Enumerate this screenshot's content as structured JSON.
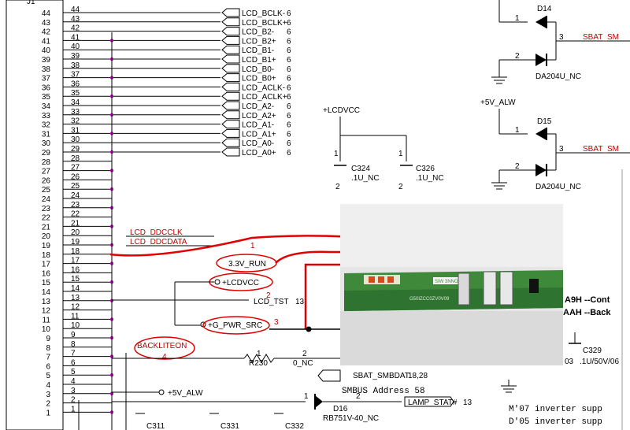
{
  "connector": {
    "label": "J1",
    "left_pins": [
      "44",
      "43",
      "42",
      "41",
      "40",
      "39",
      "38",
      "37",
      "36",
      "35",
      "34",
      "33",
      "32",
      "31",
      "30",
      "29",
      "28",
      "27",
      "26",
      "25",
      "24",
      "23",
      "22",
      "21",
      "20",
      "19",
      "18",
      "17",
      "16",
      "15",
      "14",
      "13",
      "12",
      "11",
      "10",
      "9",
      "8",
      "7",
      "6",
      "5",
      "4",
      "3",
      "2",
      "1"
    ],
    "right_pins": [
      "44",
      "43",
      "42",
      "41",
      "40",
      "39",
      "38",
      "37",
      "36",
      "35",
      "34",
      "33",
      "32",
      "31",
      "30",
      "29",
      "28",
      "27",
      "26",
      "25",
      "24",
      "23",
      "22",
      "21",
      "20",
      "19",
      "18",
      "17",
      "16",
      "15",
      "14",
      "13",
      "12",
      "11",
      "10",
      "9",
      "8",
      "7",
      "6",
      "5",
      "4",
      "3",
      "2",
      "1"
    ]
  },
  "lcd_nets": [
    {
      "name": "LCD_BCLK-",
      "sheet": "6"
    },
    {
      "name": "LCD_BCLK+",
      "sheet": "6"
    },
    {
      "name": "LCD_B2-",
      "sheet": "6"
    },
    {
      "name": "LCD_B2+",
      "sheet": "6"
    },
    {
      "name": "LCD_B1-",
      "sheet": "6"
    },
    {
      "name": "LCD_B1+",
      "sheet": "6"
    },
    {
      "name": "LCD_B0-",
      "sheet": "6"
    },
    {
      "name": "LCD_B0+",
      "sheet": "6"
    },
    {
      "name": "LCD_ACLK-",
      "sheet": "6"
    },
    {
      "name": "LCD_ACLK+",
      "sheet": "6"
    },
    {
      "name": "LCD_A2-",
      "sheet": "6"
    },
    {
      "name": "LCD_A2+",
      "sheet": "6"
    },
    {
      "name": "LCD_A1-",
      "sheet": "6"
    },
    {
      "name": "LCD_A1+",
      "sheet": "6"
    },
    {
      "name": "LCD_A0-",
      "sheet": "6"
    },
    {
      "name": "LCD_A0+",
      "sheet": "6"
    }
  ],
  "ddc": {
    "clk": "LCD_DDCCLK",
    "data": "LCD_DDCDATA"
  },
  "power": {
    "run": "3.3V_RUN",
    "lcdvcc": "+LCDVCC",
    "lcd_tst": "LCD_TST",
    "lcd_tst_sheet": "13",
    "g_pwr_src": "+G_PWR_SRC",
    "backliteon": "BACKLITEON",
    "alw": "+5V_ALW"
  },
  "annotations": [
    "1",
    "2",
    "3",
    "4"
  ],
  "resistor": {
    "ref": "R230",
    "value": "0_NC",
    "pin1": "1",
    "pin2": "2"
  },
  "sbat": {
    "name": "SBAT_SMBDAT",
    "sheets": "18,28"
  },
  "smbus_address": "SMBUS Address 58",
  "diode16": {
    "ref": "D16",
    "part": "RB751V-40_NC",
    "pin1": "1",
    "pin2": "2"
  },
  "lamp_stat": {
    "name": "LAMP_STAT#",
    "sheet": "13"
  },
  "bottom_caps": [
    "C311",
    "C331",
    "C332"
  ],
  "lcdvcc_top": "+LCDVCC",
  "c324": {
    "ref": "C324",
    "value": ".1U_NC",
    "pin1": "1",
    "pin2": "2"
  },
  "c326": {
    "ref": "C326",
    "value": ".1U_NC",
    "pin1": "1",
    "pin2": "2"
  },
  "d14": {
    "ref": "D14",
    "part": "DA204U_NC",
    "pin1": "1",
    "pin2": "2",
    "pin3": "3",
    "net": "SBAT_SM"
  },
  "d15": {
    "ref": "D15",
    "part": "DA204U_NC",
    "pin1": "1",
    "pin2": "2",
    "pin3": "3",
    "net": "SBAT_SM",
    "supply": "+5V_ALW"
  },
  "notes_right": [
    "A9H --Cont",
    "AAH --Back"
  ],
  "c329": {
    "ref": "C329",
    "value": ".1U/50V/06",
    "left": "03"
  },
  "notes_bottom": [
    "M'07 inverter supp",
    "D'05 inverter supp"
  ],
  "photo_board": {
    "silk": "SIW 3NNO",
    "code": "G50IZCC0ZV0V09"
  },
  "colors": {
    "red": "#e00000",
    "net_red": "#c00000",
    "pin": "#000000",
    "junction": "#cc00cc"
  }
}
